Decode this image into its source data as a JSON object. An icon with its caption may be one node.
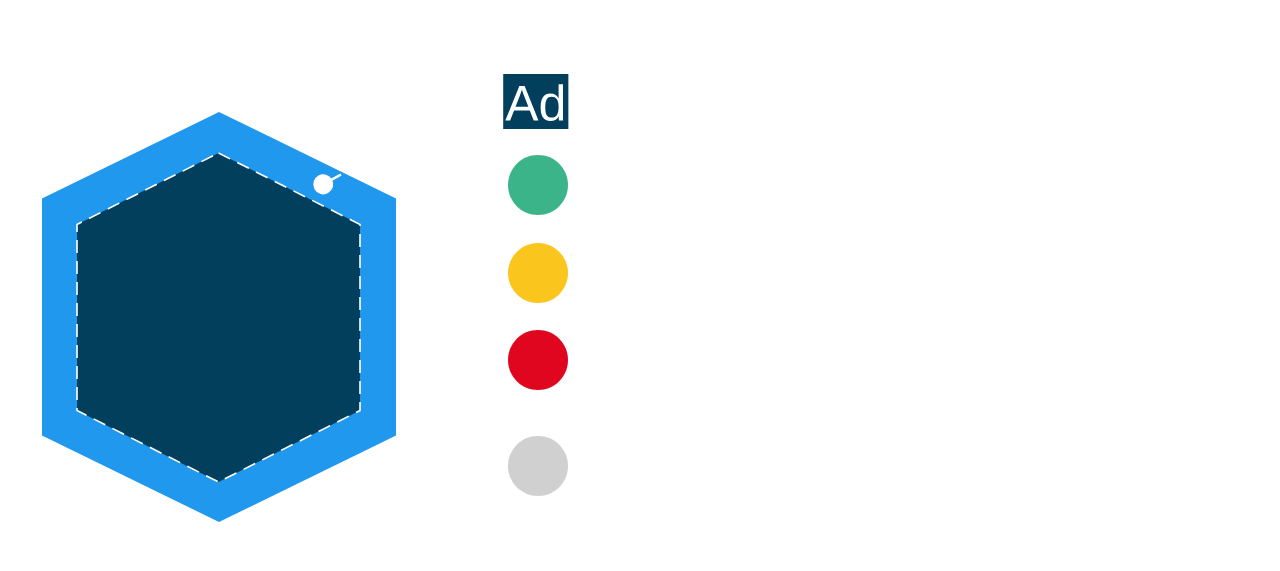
{
  "diagram": {
    "nodes": [
      {
        "text": [],
        "shape": "hexagon"
      },
      {
        "text": [],
        "shape": "hexagon",
        "in": 0
      },
      {
        "text": [
          "Ad"
        ]
      },
      {
        "text": [],
        "shape": "circle"
      },
      {
        "text": [],
        "shape": "circle"
      },
      {
        "text": [],
        "shape": "circle"
      },
      {
        "text": [],
        "shape": "circle"
      }
    ]
  }
}
